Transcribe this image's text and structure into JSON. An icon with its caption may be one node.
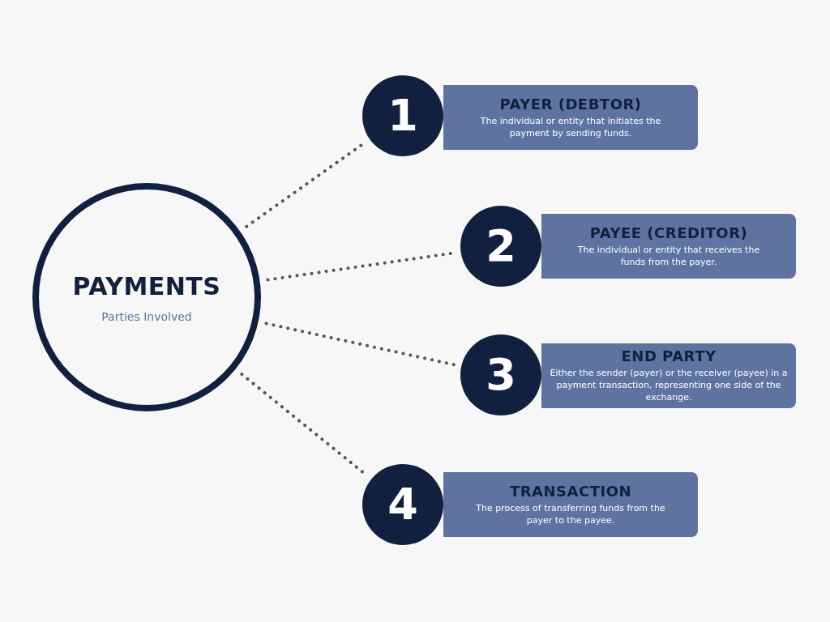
{
  "diagram": {
    "nodes": [
      {
        "text": [
          "PAYMENTS",
          "Parties Involved"
        ]
      },
      {
        "text": [
          "1"
        ]
      },
      {
        "text": [
          "PAYER (DEBTOR)",
          "The individual or entity that initiates the payment by sending funds."
        ]
      },
      {
        "text": [
          "2"
        ]
      },
      {
        "text": [
          "PAYEE (CREDITOR)",
          "The individual or entity that receives the funds from the payer."
        ]
      },
      {
        "text": [
          "3"
        ]
      },
      {
        "text": [
          "END PARTY",
          "Either the sender (payer) or the receiver (payee) in a payment transaction, representing one side of the exchange."
        ]
      },
      {
        "text": [
          "4"
        ]
      },
      {
        "text": [
          "TRANSACTION",
          "The process of transferring funds from the payer to the payee."
        ]
      }
    ],
    "edges": [
      {
        "from": 0,
        "to": 1,
        "arrow": "none"
      },
      {
        "from": 0,
        "to": 3,
        "arrow": "none"
      },
      {
        "from": 0,
        "to": 5,
        "arrow": "none"
      },
      {
        "from": 0,
        "to": 7,
        "arrow": "none"
      }
    ]
  }
}
